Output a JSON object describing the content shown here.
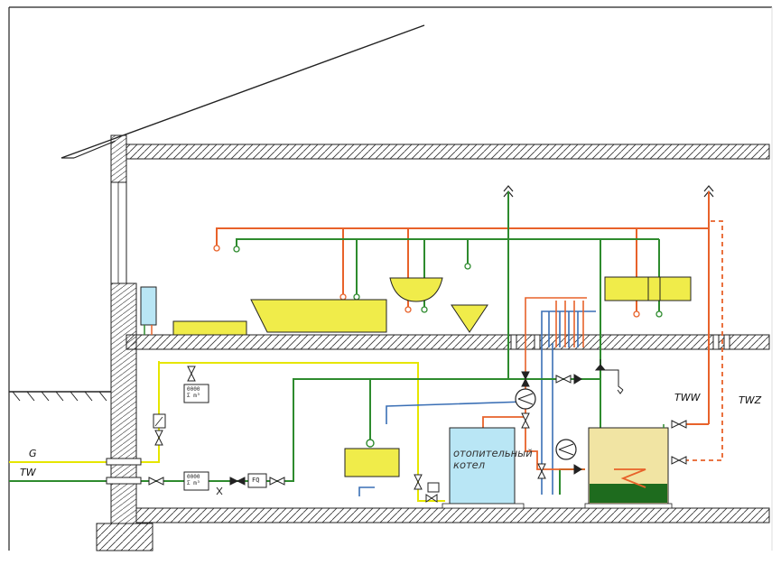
{
  "labels": {
    "gas": "G",
    "cold_water": "TW",
    "hot_water": "TWW",
    "circulation": "TWZ",
    "boiler_line1": "отопительный",
    "boiler_line2": "котел",
    "meter_top": "0000",
    "meter_sum": "Σ m³",
    "fq": "FQ"
  },
  "colors": {
    "cold_water": "#2e8b2e",
    "hot_water": "#e8622a",
    "gas": "#e6e600",
    "heating_return": "#3a6fb5",
    "fixture_fill": "#f0ec4a",
    "boiler_fill": "#b9e6f5",
    "tank_fill": "#f1e4a3",
    "tank_water": "#1e6b1e",
    "structure": "#222222"
  }
}
